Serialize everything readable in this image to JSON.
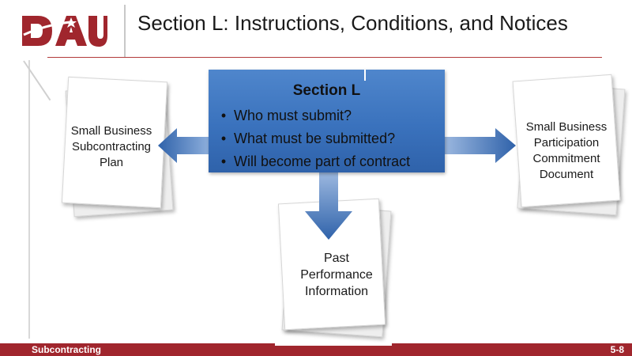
{
  "header": {
    "logo_text": "DAU",
    "title": "Section L: Instructions, Conditions, and Notices"
  },
  "center": {
    "title": "Section L",
    "bullets": [
      "Who must submit?",
      "What must be submitted?",
      "Will become part of contract"
    ]
  },
  "docs": {
    "left": "Small Business Subcontracting Plan",
    "right": "Small Business Participation Commitment Document",
    "bottom": "Past Performance Information"
  },
  "footer": {
    "section": "Subcontracting",
    "page": "5-8"
  },
  "colors": {
    "brand_red": "#a0262d",
    "box_blue": "#3a72bd",
    "arrow_blue": "#3b6fb6"
  }
}
